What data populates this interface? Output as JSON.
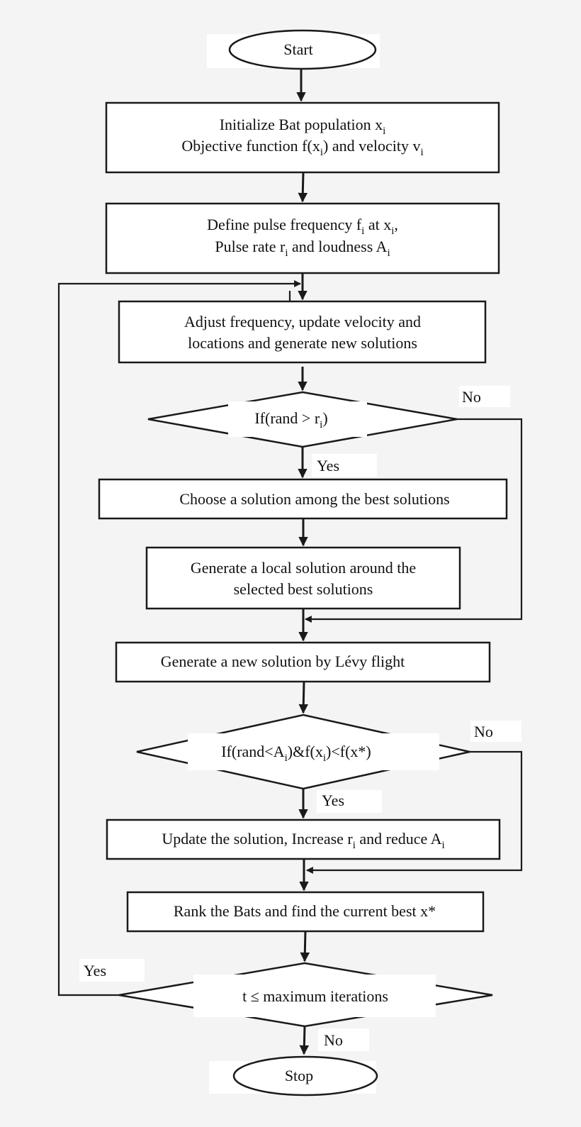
{
  "start": "Start",
  "init": {
    "line1": {
      "a": "Initialize Bat population x",
      "b": "i"
    },
    "line2": {
      "a": "Objective function f(x",
      "b": "i",
      "c": ") and velocity v",
      "d": "i"
    }
  },
  "define": {
    "line1": {
      "a": "Define pulse frequency f",
      "b": "i",
      "c": " at x",
      "d": "i",
      "e": ","
    },
    "line2": {
      "a": "Pulse rate r",
      "b": "i",
      "c": " and loudness A",
      "d": "i"
    }
  },
  "adjust": {
    "line1": "Adjust frequency, update velocity and",
    "line2": "locations and generate new solutions"
  },
  "decision1": {
    "a": "If(rand > r",
    "b": "i",
    "c": ")"
  },
  "choose": "Choose a solution among the best solutions",
  "local": {
    "line1": "Generate a local solution around the",
    "line2": "selected best solutions"
  },
  "levy": "Generate a new solution by Lévy flight",
  "decision2": {
    "a": "If(rand<A",
    "b": "i",
    "c": ")&f(x",
    "d": "i",
    "e": ")<f(x*)"
  },
  "update": {
    "a": "Update the solution, Increase r",
    "b": "i",
    "c": " and reduce A",
    "d": "i"
  },
  "rank": "Rank the Bats and find the current best x*",
  "decision3": "t ≤ maximum iterations",
  "stop": "Stop",
  "labels": {
    "d1_no": "No",
    "d1_yes": "Yes",
    "d2_no": "No",
    "d2_yes": "Yes",
    "d3_yes": "Yes",
    "d3_no": "No"
  }
}
